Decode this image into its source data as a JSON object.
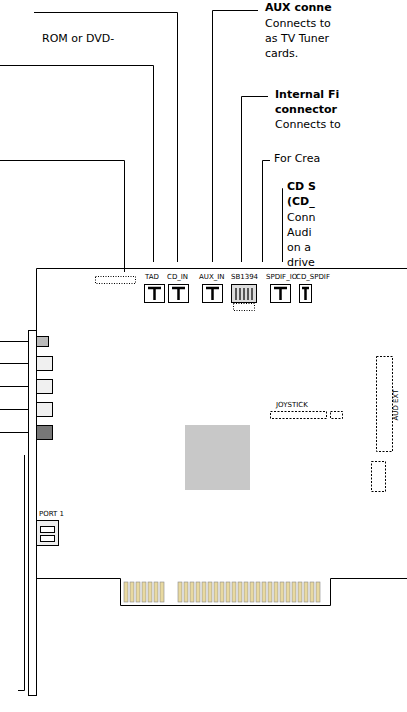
{
  "diagram": {
    "labels": [
      "ROM or DVD-",
      "AUX conne",
      "Connects to",
      "as TV Tuner",
      "cards.",
      "Internal Fi",
      "connector",
      "Connects to",
      "For Crea",
      "CD S",
      "(CD_",
      "Conn",
      "Audi",
      "on a",
      "drive",
      "TAD",
      "CD_IN",
      "AUX_IN",
      "SB1394",
      "SPDIF_IO",
      "CD_SPDIF",
      "JOYSTICK",
      "AUD EXT",
      "PORT 1"
    ]
  }
}
